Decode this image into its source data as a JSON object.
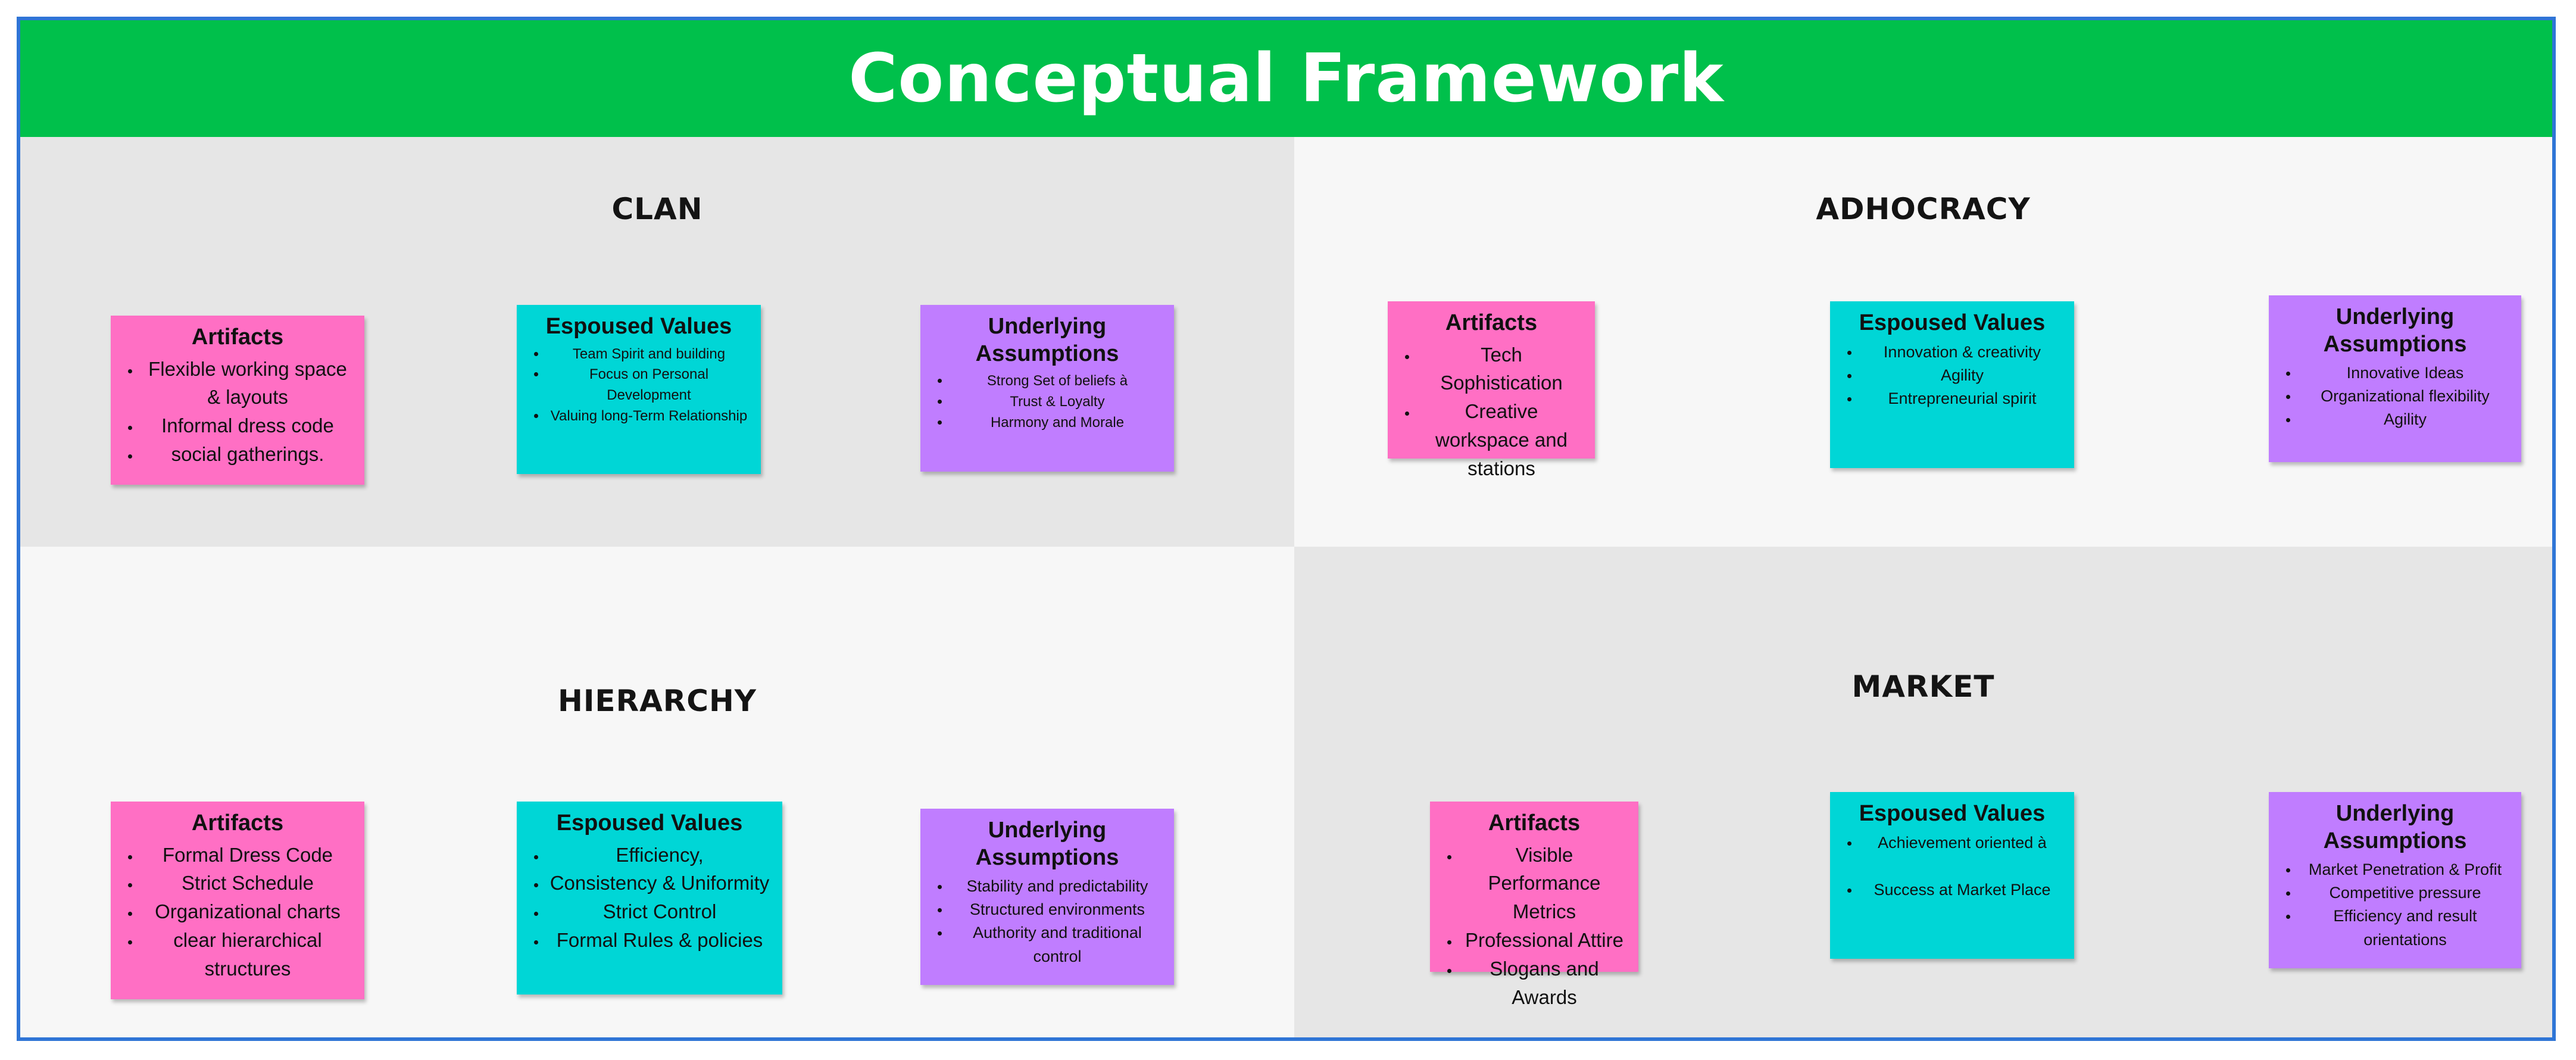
{
  "title": "Conceptual Framework",
  "colors": {
    "banner": "#00c04b",
    "frame_border": "#2f75d6",
    "artifacts_note": "#ff6fc4",
    "espoused_note": "#00d6d6",
    "assumptions_note": "#c07dff"
  },
  "quadrants": {
    "clan": {
      "title": "CLAN",
      "artifacts": {
        "title": "Artifacts",
        "items": [
          "Flexible working space & layouts",
          "Informal dress code",
          "social gatherings."
        ]
      },
      "espoused": {
        "title": "Espoused Values",
        "items": [
          "Team Spirit and building",
          "Focus on Personal Development",
          "Valuing long-Term Relationship"
        ]
      },
      "assumptions": {
        "title": "Underlying Assumptions",
        "items": [
          "Strong Set of beliefs à",
          "Trust & Loyalty",
          "Harmony and Morale"
        ]
      }
    },
    "adhocracy": {
      "title": "ADHOCRACY",
      "artifacts": {
        "title": "Artifacts",
        "items": [
          "Tech Sophistication",
          "Creative workspace and stations"
        ]
      },
      "espoused": {
        "title": "Espoused Values",
        "items": [
          "Innovation & creativity",
          "Agility",
          "Entrepreneurial spirit"
        ]
      },
      "assumptions": {
        "title": "Underlying Assumptions",
        "items": [
          "Innovative Ideas",
          "Organizational flexibility",
          "Agility"
        ]
      }
    },
    "hierarchy": {
      "title": "HIERARCHY",
      "artifacts": {
        "title": "Artifacts",
        "items": [
          "Formal Dress Code",
          "Strict Schedule",
          "Organizational charts",
          "clear hierarchical structures"
        ]
      },
      "espoused": {
        "title": "Espoused Values",
        "items": [
          "Efficiency,",
          "Consistency & Uniformity",
          "Strict Control",
          "Formal Rules & policies"
        ]
      },
      "assumptions": {
        "title": "Underlying Assumptions",
        "items": [
          "Stability and predictability",
          "Structured environments",
          "Authority and traditional control"
        ]
      }
    },
    "market": {
      "title": "MARKET",
      "artifacts": {
        "title": "Artifacts",
        "items": [
          "Visible Performance Metrics",
          "Professional Attire",
          "Slogans and Awards"
        ]
      },
      "espoused": {
        "title": "Espoused Values",
        "items": [
          "Achievement oriented à",
          "Success at Market Place"
        ]
      },
      "assumptions": {
        "title": "Underlying Assumptions",
        "items": [
          "Market Penetration & Profit",
          "Competitive pressure",
          "Efficiency and result orientations"
        ]
      }
    }
  }
}
